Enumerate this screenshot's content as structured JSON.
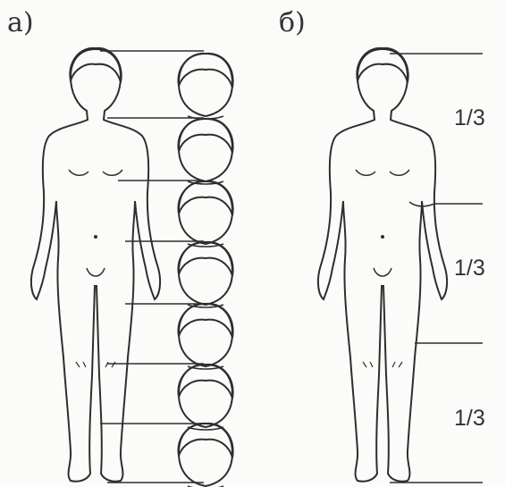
{
  "panels": {
    "left": {
      "label": "а)",
      "head_count": 7
    },
    "right": {
      "label": "б)",
      "sections": [
        "1/3",
        "1/3",
        "1/3"
      ]
    }
  }
}
